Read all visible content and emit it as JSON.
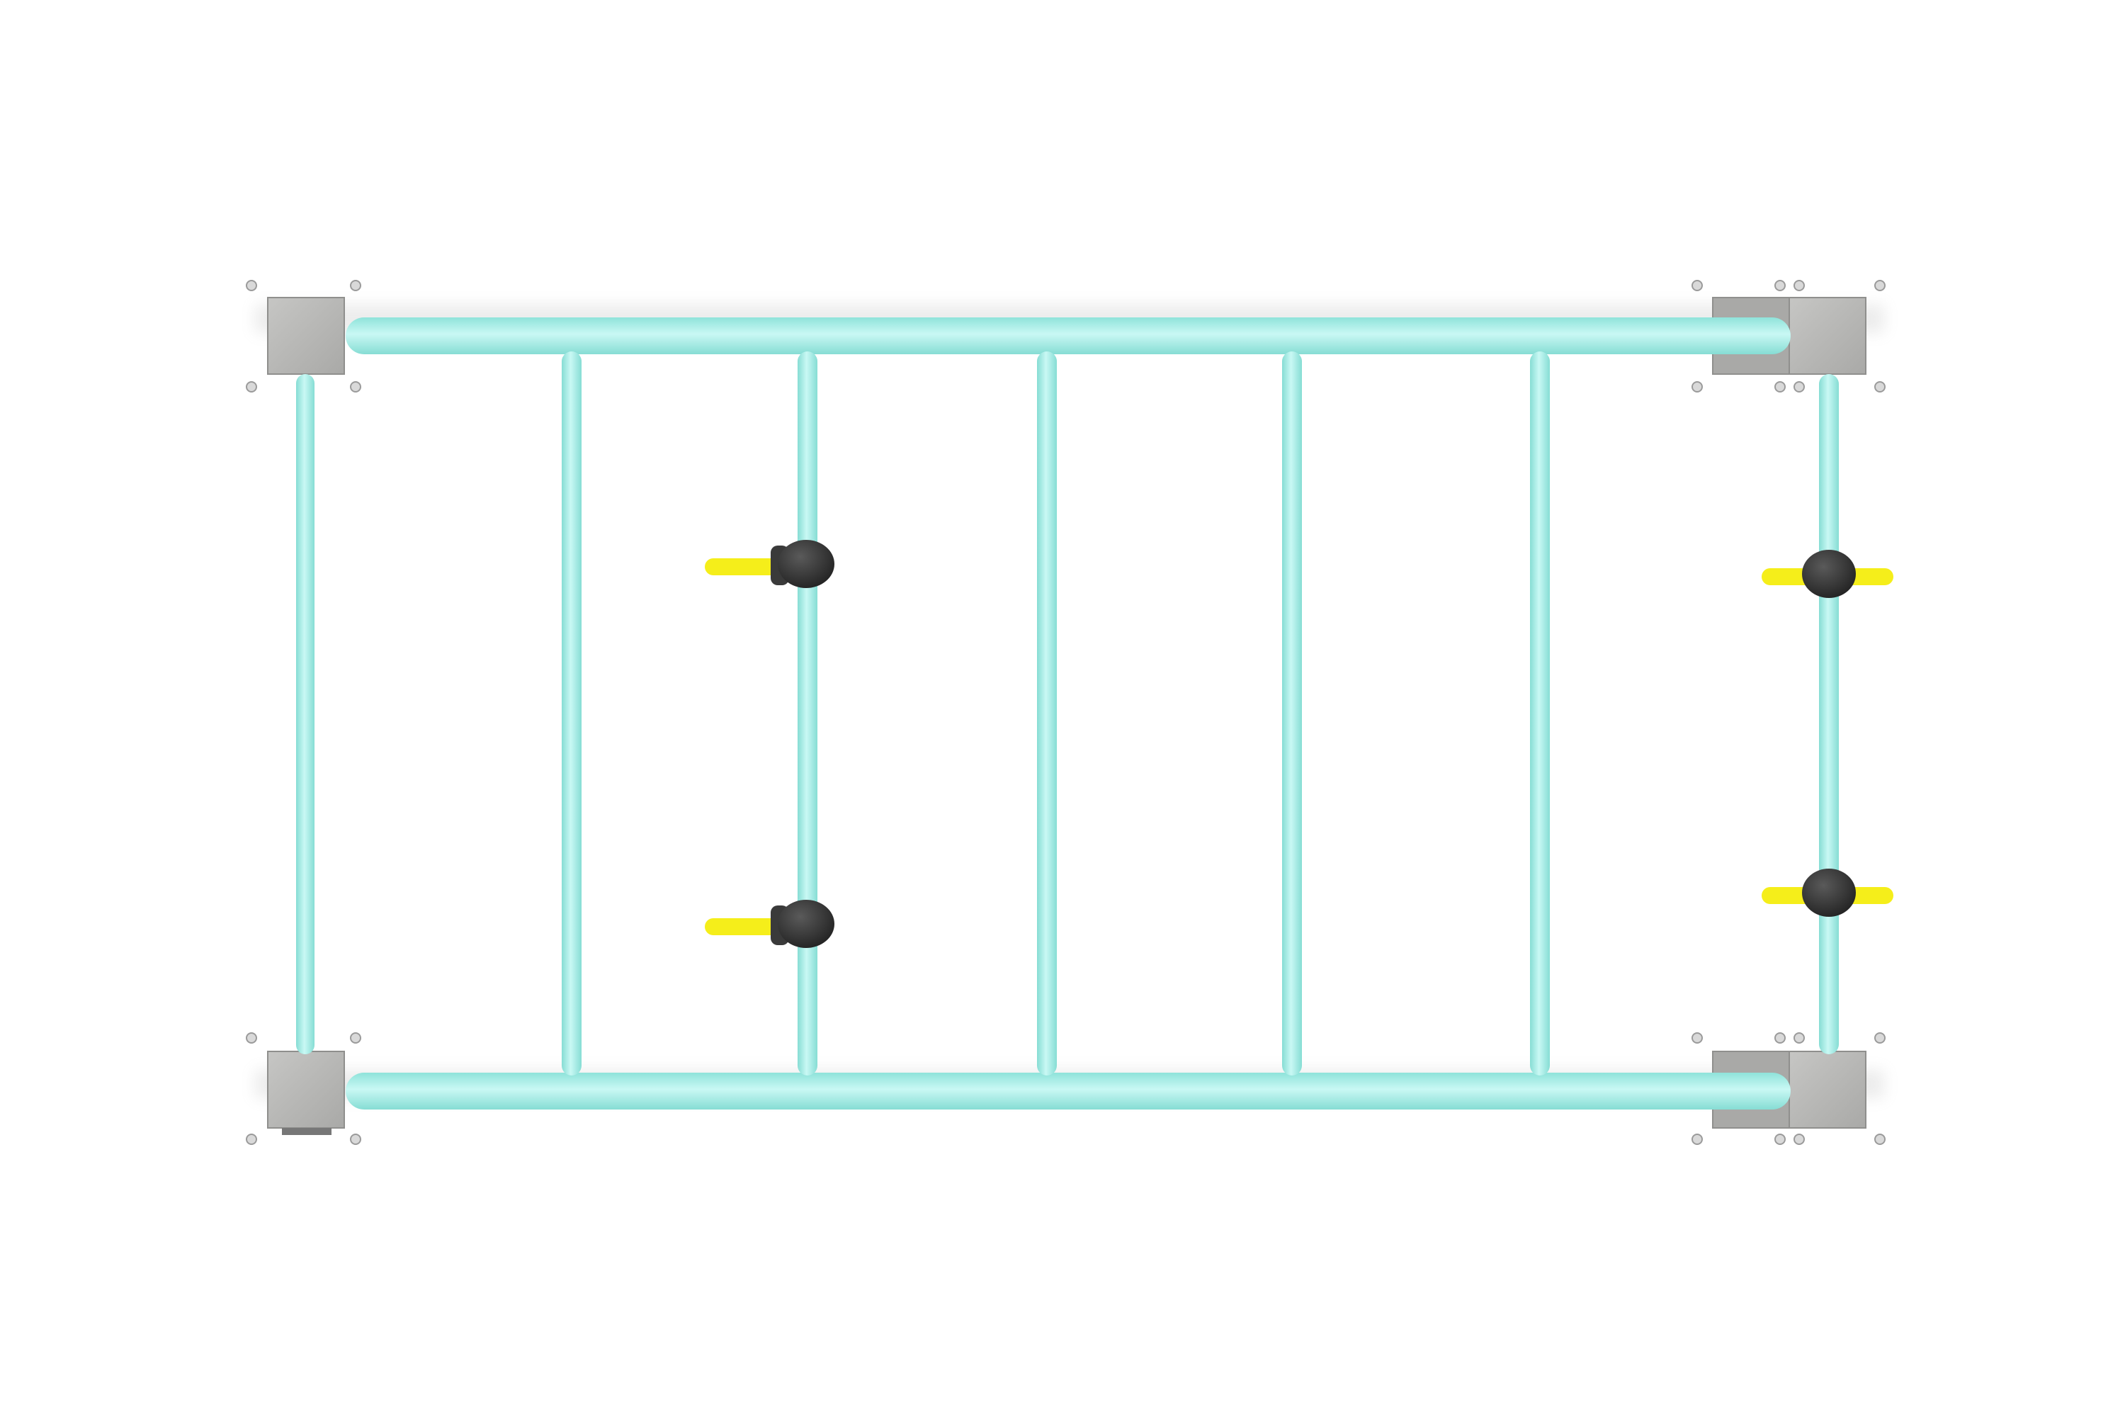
{
  "scene": {
    "subject": "monkey-bars-ladder-top-view",
    "background_color": "#ffffff",
    "colors": {
      "frame_tube": "#a6efe8",
      "frame_tube_shade": "#7fd9d0",
      "frame_tube_highlight": "#d4fbf7",
      "base_plate": "#b8b8b6",
      "base_plate_edge": "#8f8f8d",
      "clamp": "#2e2e2e",
      "clamp_highlight": "#6a6a6a",
      "handle": "#f5ee1a",
      "bolt": "#d9d9d9"
    },
    "rungs": {
      "count": 5
    },
    "posts": {
      "count": 4
    },
    "handles": {
      "count": 4
    },
    "icons": [
      "base-plate",
      "bolt",
      "clamp",
      "handle"
    ]
  }
}
